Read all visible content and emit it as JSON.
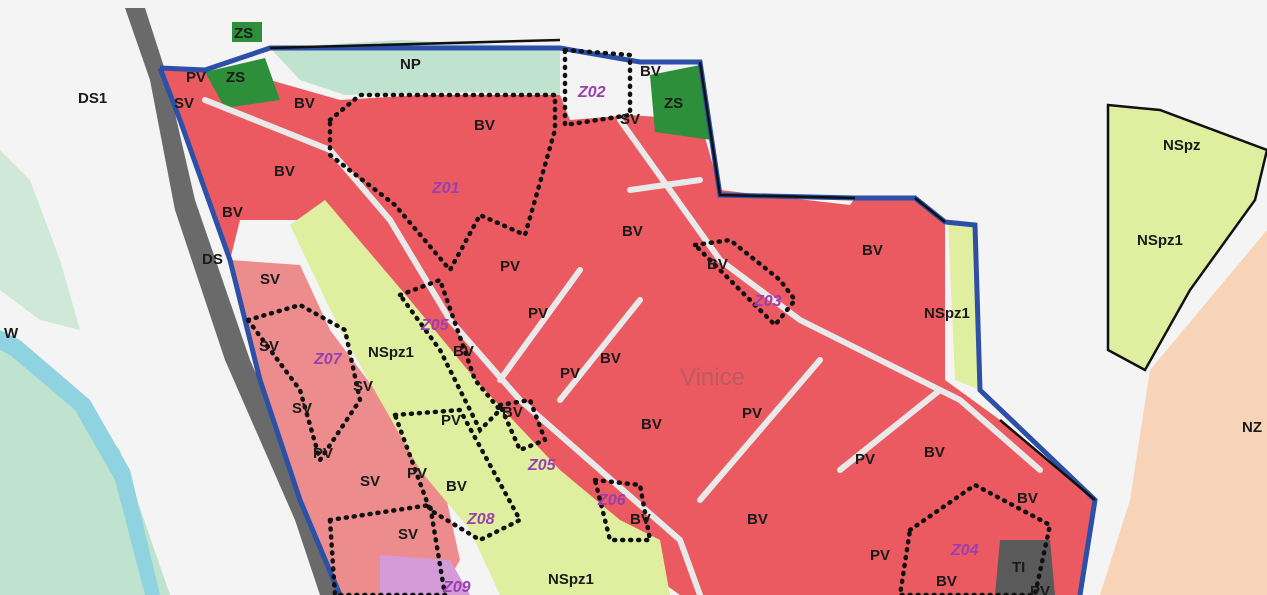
{
  "colors": {
    "background": "#f4f4f4",
    "bv_residential": "#ea5a60",
    "sv_mixed": "#ec8c8c",
    "pv_public_space": "#e9e9e9",
    "zs_green": "#2d8f3a",
    "np_meadow": "#bfe3cf",
    "nspz_meadow": "#e0eea0",
    "nz_agriculture": "#f7d4b8",
    "ds_road": "#6a6a6a",
    "ti_technical": "#5a5a5a",
    "zone_label": "#9a3fb0",
    "boundary": "#2c4fa8"
  },
  "map": {
    "village_name": "Vinice",
    "zone_codes": [
      "DS1",
      "DS",
      "ZS",
      "ZS",
      "ZS",
      "NP",
      "PV",
      "SV",
      "BV",
      "BV",
      "BV",
      "BV",
      "BV",
      "BV",
      "BV",
      "BV",
      "BV",
      "BV",
      "BV",
      "BV",
      "BV",
      "BV",
      "BV",
      "BV",
      "BV",
      "BV",
      "SV",
      "SV",
      "SV",
      "SV",
      "SV",
      "SV",
      "SV",
      "PV",
      "PV",
      "PV",
      "PV",
      "PV",
      "PV",
      "PV",
      "PV",
      "PV",
      "PV",
      "NSpz",
      "NSpz1",
      "NSpz1",
      "NSpz1",
      "NSpz1",
      "NZ",
      "TI",
      "W"
    ],
    "development_areas": [
      "Z01",
      "Z02",
      "Z03",
      "Z04",
      "Z05",
      "Z05",
      "Z06",
      "Z07",
      "Z08",
      "Z09"
    ]
  }
}
